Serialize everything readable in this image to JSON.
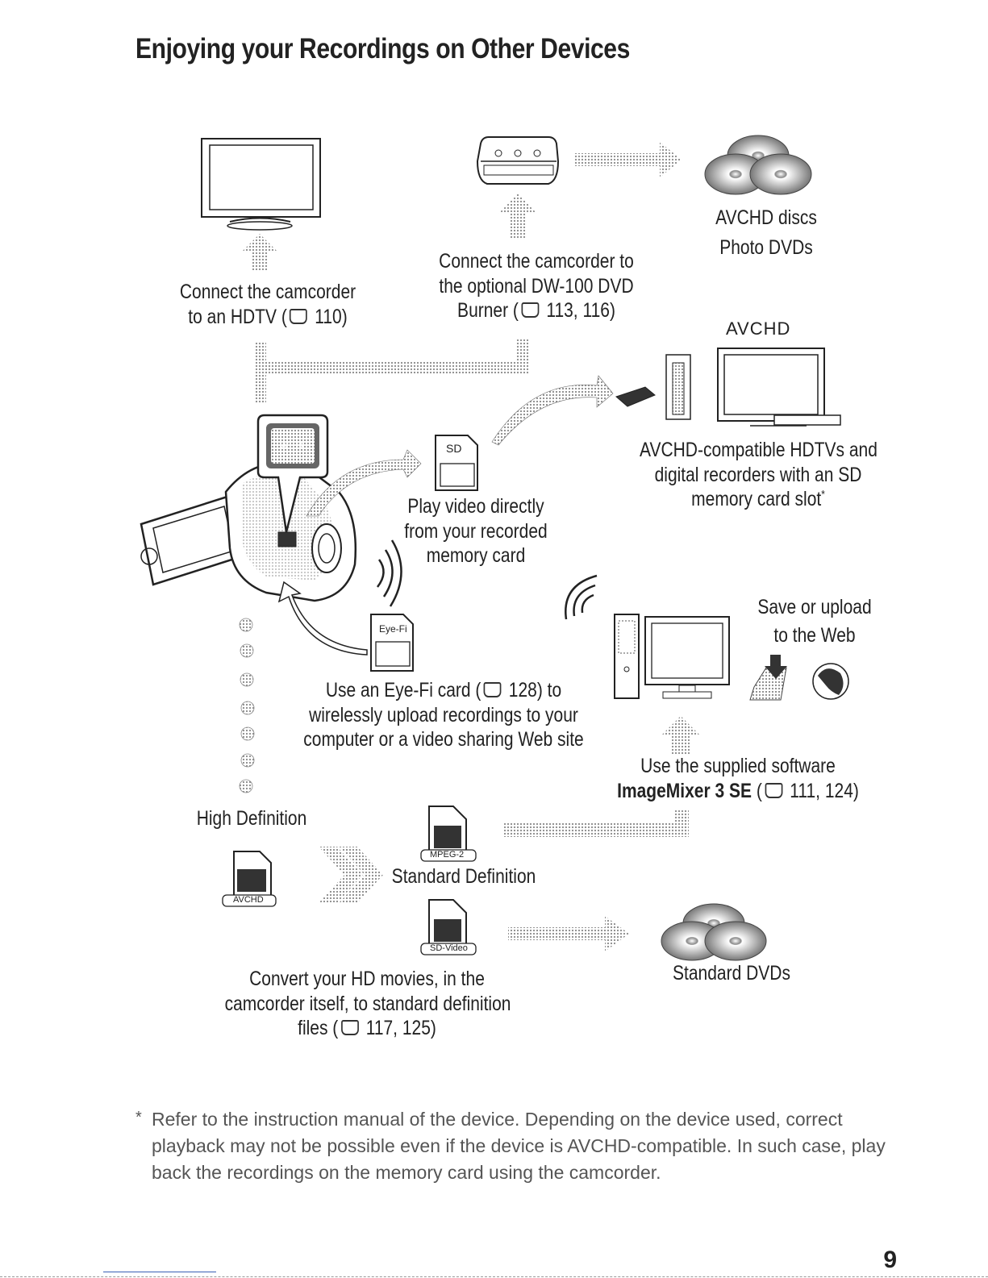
{
  "page": {
    "title": "Enjoying your Recordings on Other Devices",
    "page_number": "9"
  },
  "captions": {
    "hdtv": [
      "Connect the camcorder",
      "to an HDTV (",
      " 110)"
    ],
    "dvd_burner": [
      "Connect the camcorder to",
      "the optional DW-100 DVD",
      "Burner (",
      " 113, 116)"
    ],
    "avchd_discs": [
      "AVCHD discs",
      "Photo DVDs"
    ],
    "avchd_logo": "AVCHD",
    "hdtvs_recorders": [
      "AVCHD-compatible HDTVs and",
      "digital recorders with an SD",
      "memory card slot",
      "*"
    ],
    "play_direct": [
      "Play video directly",
      "from your recorded",
      "memory card"
    ],
    "save_upload": [
      "Save or upload",
      "to the Web"
    ],
    "eyefi": [
      "Use an Eye-Fi card (",
      " 128) to",
      "wirelessly upload recordings to your",
      "computer or a video sharing Web site"
    ],
    "software": [
      "Use the supplied software",
      "ImageMixer 3 SE",
      " (",
      " 111, 124)"
    ],
    "high_def": "High Definition",
    "standard_def": "Standard Definition",
    "standard_dvds": "Standard DVDs",
    "convert": [
      "Convert your HD movies, in the",
      "camcorder itself, to standard definition",
      "files (",
      " 117, 125)"
    ]
  },
  "badges": {
    "web": "WEB",
    "sd": "SD",
    "eyefi": "Eye-Fi",
    "mpeg2": "MPEG-2",
    "avchd_file": "AVCHD",
    "sdvideo": "SD-Video"
  },
  "footnote": "Refer to the instruction manual of the device. Depending on the device used, correct playback may not be possible even if the device is AVCHD-compatible. In such case, play back the recordings on the memory card using the camcorder.",
  "footnote_mark": "*"
}
